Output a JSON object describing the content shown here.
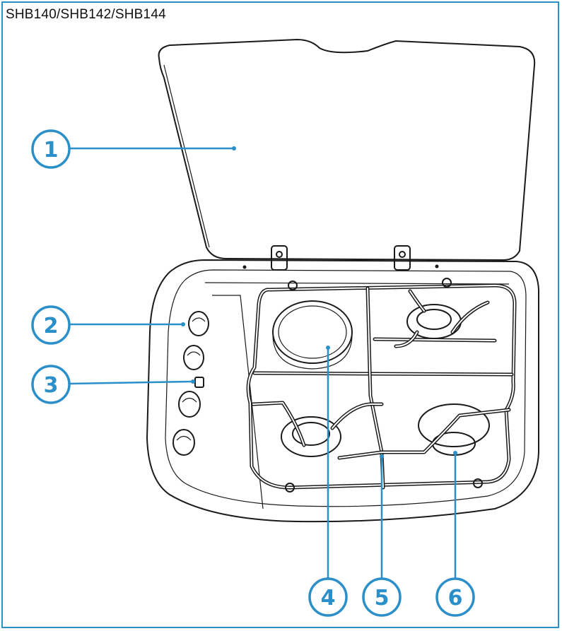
{
  "title": "SHB140/SHB142/SHB144",
  "colors": {
    "accent": "#2b8fc9",
    "line": "#1a1a1a"
  },
  "callouts": [
    {
      "id": "1",
      "label": "1"
    },
    {
      "id": "2",
      "label": "2"
    },
    {
      "id": "3",
      "label": "3"
    },
    {
      "id": "4",
      "label": "4"
    },
    {
      "id": "5",
      "label": "5"
    },
    {
      "id": "6",
      "label": "6"
    }
  ]
}
